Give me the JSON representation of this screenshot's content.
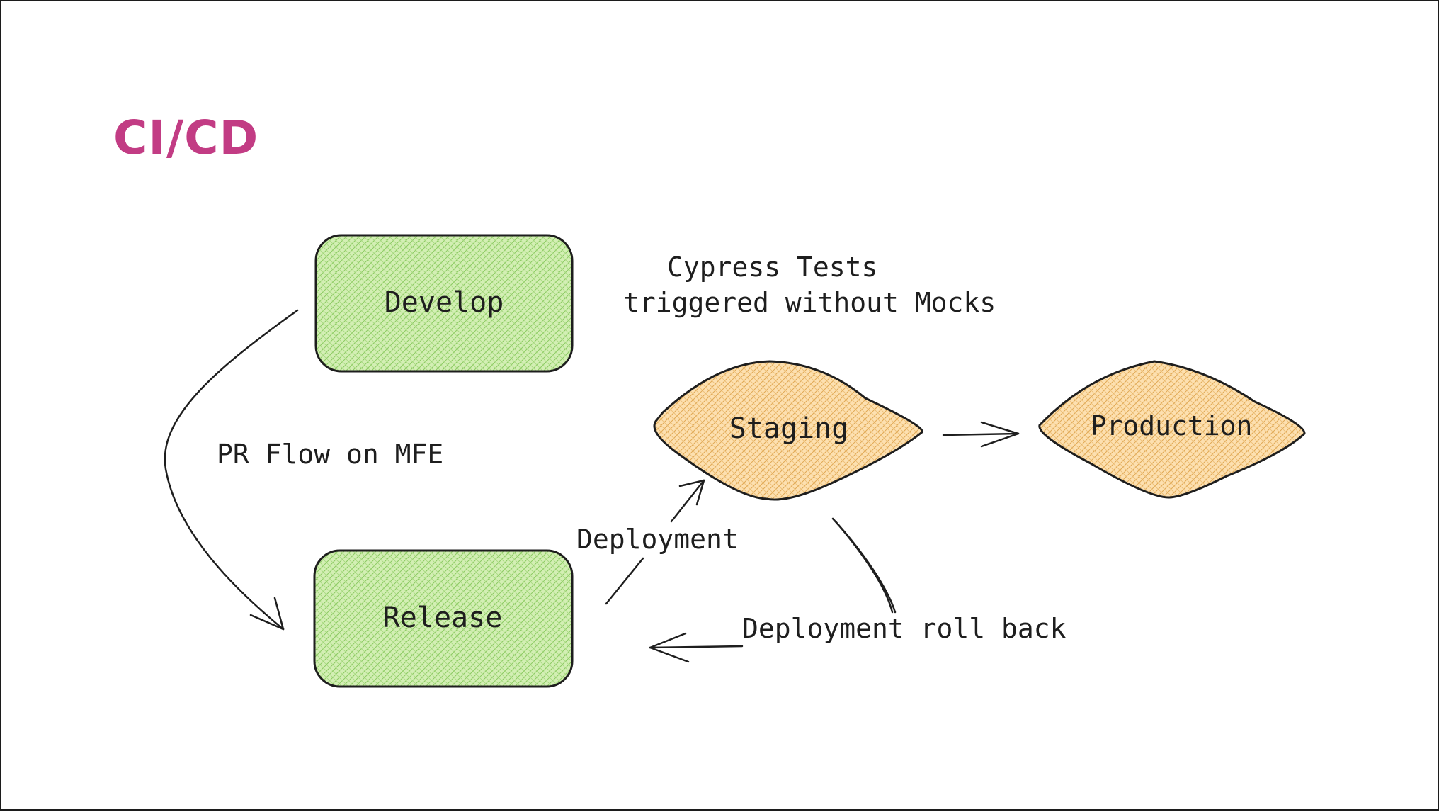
{
  "title": "CI/CD",
  "colors": {
    "title": "#c23c84",
    "dev_fill": "#d3efb4",
    "dev_hatch": "#8ccb62",
    "stage_fill": "#fde0b0",
    "stage_hatch": "#e1a955",
    "stroke": "#1e1e1e"
  },
  "nodes": {
    "develop": "Develop",
    "release": "Release",
    "staging": "Staging",
    "production": "Production"
  },
  "labels": {
    "cypress_line1": "Cypress Tests",
    "cypress_line2": "triggered without Mocks",
    "pr_flow": "PR Flow on MFE",
    "deployment": "Deployment",
    "rollback": "Deployment roll back"
  }
}
